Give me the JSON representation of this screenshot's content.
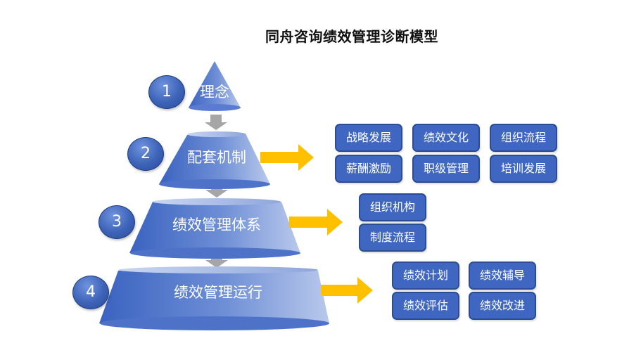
{
  "title": "同舟咨询绩效管理诊断模型",
  "colors": {
    "tier_dark": "#3a63c0",
    "tier_light": "#a9bde8",
    "box_fill": "#3f67c1",
    "arrow_yellow": "#ffc000",
    "arrow_gray": "#a6a6a6"
  },
  "tiers": [
    {
      "number": "1",
      "label": "理念"
    },
    {
      "number": "2",
      "label": "配套机制"
    },
    {
      "number": "3",
      "label": "绩效管理体系"
    },
    {
      "number": "4",
      "label": "绩效管理运行"
    }
  ],
  "groups": {
    "mechanism": [
      "战略发展",
      "绩效文化",
      "组织流程",
      "薪酬激励",
      "职级管理",
      "培训发展"
    ],
    "system": [
      "组织机构",
      "制度流程"
    ],
    "operation": [
      "绩效计划",
      "绩效辅导",
      "绩效评估",
      "绩效改进"
    ]
  }
}
